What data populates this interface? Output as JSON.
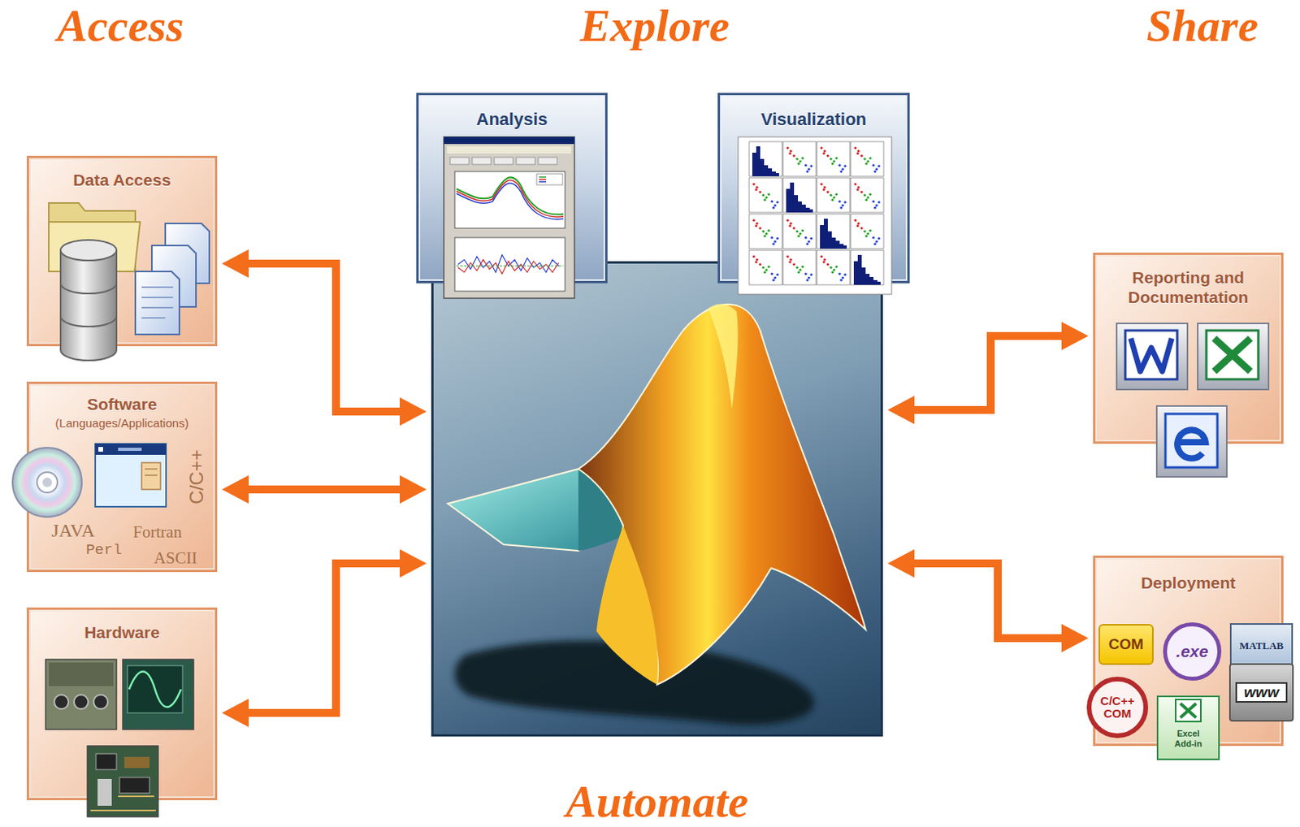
{
  "diagram": {
    "nodes": [
      {
        "text": [
          "Data Access"
        ]
      },
      {
        "text": [
          "Software",
          "(Languages/Applications)",
          "C/C++",
          "JAVA",
          "Fortran",
          "Perl",
          "ASCII"
        ]
      },
      {
        "text": [
          "Hardware"
        ]
      },
      {
        "text": [
          "Automate"
        ]
      },
      {
        "text": [
          "Analysis"
        ],
        "in": 3
      },
      {
        "text": [
          "Visualization"
        ],
        "in": 3
      },
      {
        "text": [
          "Reporting and Documentation"
        ]
      },
      {
        "text": [
          "Deployment"
        ]
      },
      {
        "text": [
          "COM"
        ],
        "in": 7
      },
      {
        "text": [
          ".exe"
        ],
        "in": 7
      },
      {
        "text": [
          "MATLAB"
        ],
        "in": 7
      },
      {
        "text": [
          "C/C++ COM"
        ],
        "in": 7
      },
      {
        "text": [
          "Excel Add-in"
        ],
        "in": 7
      },
      {
        "text": [
          "www"
        ],
        "in": 7
      }
    ],
    "edges": [
      {
        "from": 0,
        "to": 3,
        "arrow": "both"
      },
      {
        "from": 1,
        "to": 3,
        "arrow": "both"
      },
      {
        "from": 2,
        "to": 3,
        "arrow": "both"
      },
      {
        "from": 3,
        "to": 6,
        "arrow": "both"
      },
      {
        "from": 3,
        "to": 7,
        "arrow": "both"
      }
    ],
    "labels": [
      "Access",
      "Explore",
      "Share"
    ]
  }
}
